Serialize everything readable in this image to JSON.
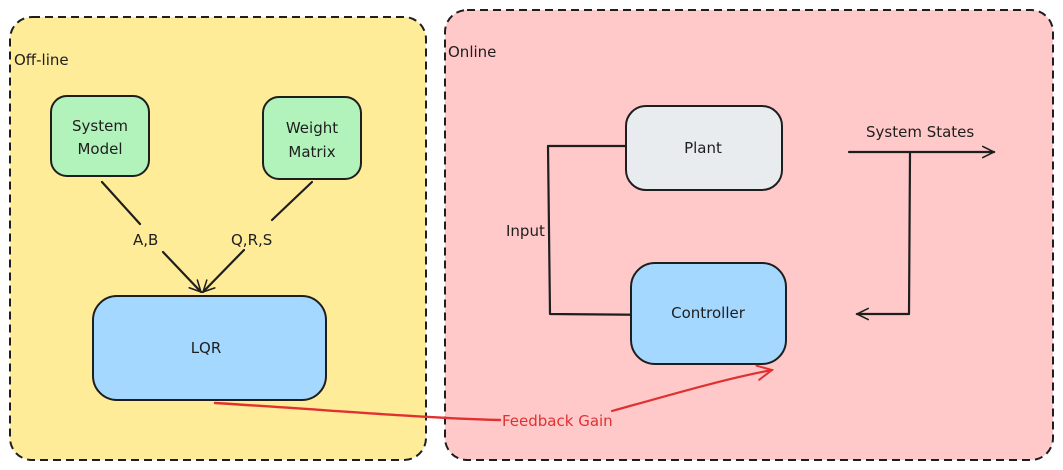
{
  "diagram": {
    "regions": [
      {
        "id": "offline",
        "label": "Off-line",
        "fill": "#ffec99"
      },
      {
        "id": "online",
        "label": "Online",
        "fill": "#ffc9c9"
      }
    ],
    "nodes": {
      "system_model": {
        "lines": [
          "System",
          "Model"
        ],
        "fill": "#b2f2bb"
      },
      "weight_matrix": {
        "lines": [
          "Weight",
          "Matrix"
        ],
        "fill": "#b2f2bb"
      },
      "lqr": {
        "label": "LQR",
        "fill": "#a5d8ff"
      },
      "plant": {
        "label": "Plant",
        "fill": "#e9ecef"
      },
      "controller": {
        "label": "Controller",
        "fill": "#a5d8ff"
      }
    },
    "edges": {
      "system_model_to_lqr": {
        "label": "A,B"
      },
      "weight_matrix_to_lqr": {
        "label": "Q,R,S"
      },
      "plant_output": {
        "label": "System States"
      },
      "controller_to_plant": {
        "label": "Input",
        "label_color": "#1971c2"
      },
      "lqr_to_controller": {
        "label": "Feedback Gain",
        "color": "#e03131"
      }
    }
  }
}
